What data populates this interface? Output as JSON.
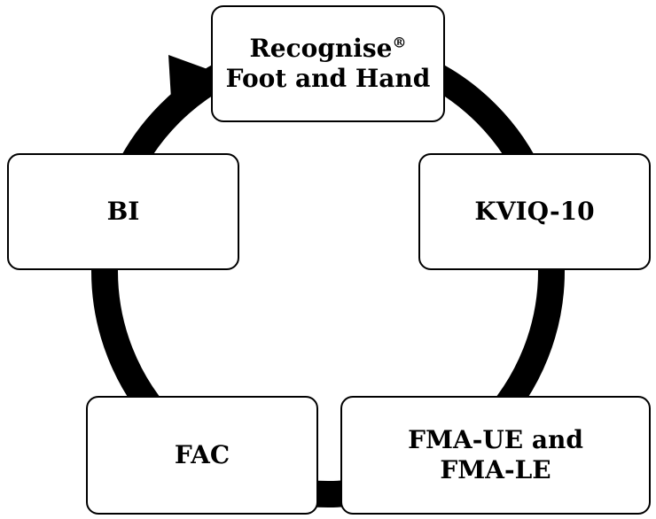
{
  "diagram": {
    "nodes": {
      "top": {
        "line1": "Recognise",
        "mark": "®",
        "line2": "Foot and Hand"
      },
      "right": {
        "label": "KVIQ-10"
      },
      "bottom_right": {
        "line1": "FMA-UE and",
        "line2": "FMA-LE"
      },
      "bottom_left": {
        "label": "FAC"
      },
      "left": {
        "label": "BI"
      }
    },
    "colors": {
      "ring": "#000000",
      "box_border": "#000000",
      "box_fill": "#ffffff",
      "text": "#000000"
    }
  }
}
